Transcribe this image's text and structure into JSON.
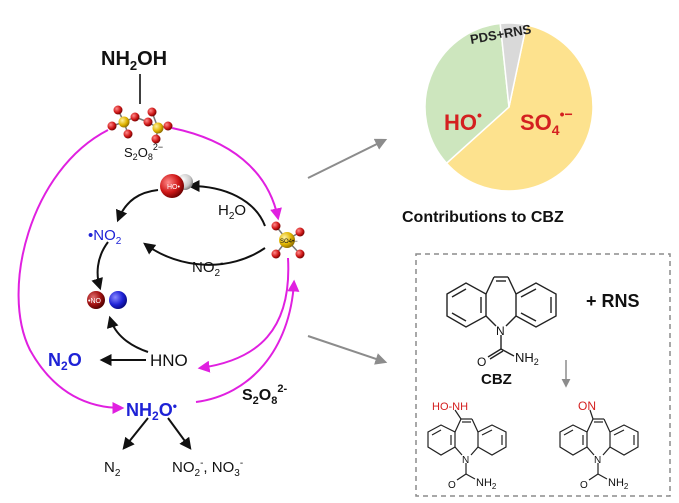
{
  "cycle": {
    "nh2oh": {
      "main": "NH",
      "sub": "2",
      "tail": "OH"
    },
    "s2o8_under_molecule": {
      "a": "S",
      "s1": "2",
      "b": "O",
      "s2": "8",
      "sup": "2−"
    },
    "h2o": {
      "a": "H",
      "sub": "2",
      "b": "O"
    },
    "no2_radical": {
      "a": "•NO",
      "sub": "2"
    },
    "no2_minus": {
      "a": "NO",
      "sub": "2",
      "sup": "-"
    },
    "no_atom": "•NO",
    "ho_atom": "HO•",
    "so4_atom": "SO4•−",
    "n2o": {
      "a": "N",
      "sub": "2",
      "b": "O"
    },
    "hno": "HNO",
    "nh2o_radical": {
      "a": "NH",
      "sub": "2",
      "b": "O",
      "sup": "•"
    },
    "s2o8_right": {
      "a": "S",
      "s1": "2",
      "b": "O",
      "s2": "8",
      "sup": "2-"
    },
    "n2_product": {
      "a": "N",
      "sub": "2"
    },
    "no2_no3_products": {
      "a": "NO",
      "s1": "2",
      "sup1": "-",
      "mid": ", NO",
      "s2": "3",
      "sup2": "-"
    }
  },
  "pie": {
    "title": "Contributions to CBZ",
    "slices": [
      {
        "label": "SO4•−",
        "value": 60,
        "color": "#FDE28E",
        "text_color": "#D42020"
      },
      {
        "label": "HO•",
        "value": 35,
        "color": "#CDE6BE",
        "text_color": "#D42020"
      },
      {
        "label": "PDS+RNS",
        "value": 5,
        "color": "#D9D9D9",
        "text_color": "#222222"
      }
    ],
    "so4_label": {
      "a": "SO",
      "sub": "4",
      "sup": "•−"
    },
    "ho_label": {
      "a": "HO",
      "sup": "•"
    },
    "pds_label": "PDS+RNS"
  },
  "reaction_box": {
    "plus_rns": "+ RNS",
    "cbz_label": "CBZ",
    "nh2_label": {
      "a": "NH",
      "sub": "2"
    },
    "o_label": "O",
    "n_label": "N",
    "ho_nh_label": "HO-NH",
    "on_label": "ON"
  },
  "colors": {
    "magenta": "#E020E0",
    "blue": "#1E22D6",
    "red": "#D42020",
    "gray_arrow": "#8C8C8C",
    "dash_box": "#8C8C8C"
  }
}
